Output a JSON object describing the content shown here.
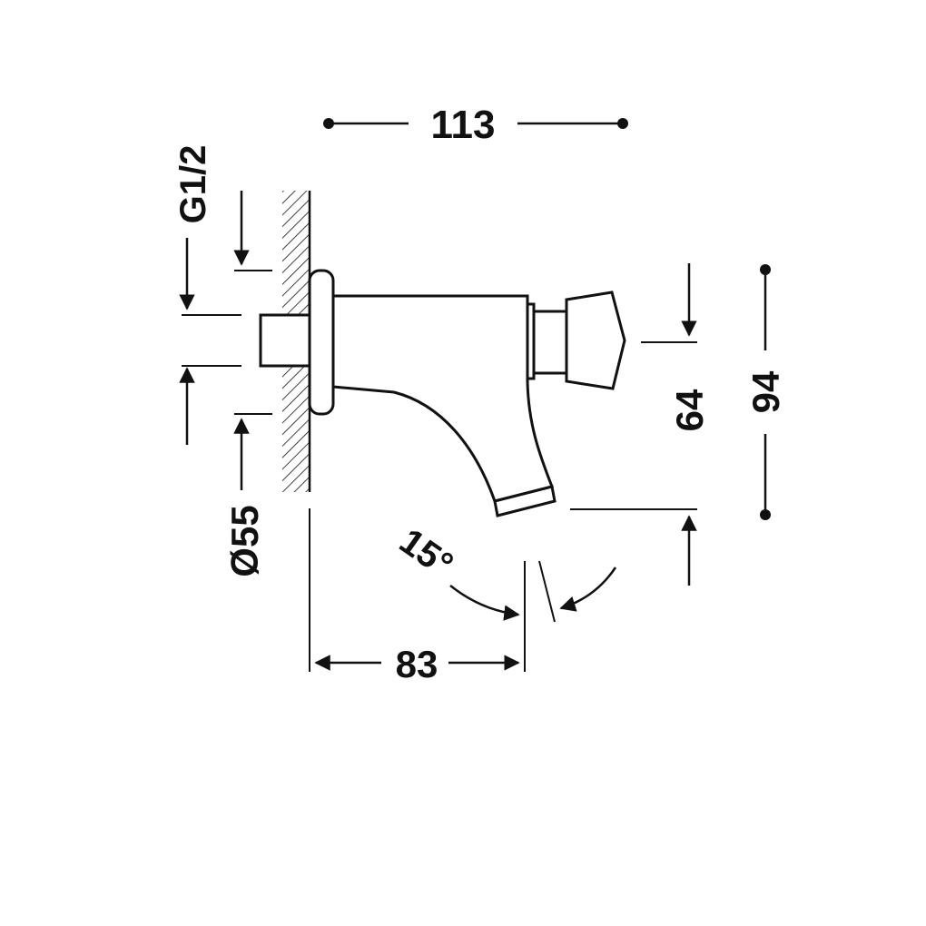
{
  "dimensions": {
    "overall_width": "113",
    "wall_to_spout": "83",
    "overall_height": "94",
    "button_to_outlet": "64",
    "thread": "G1/2",
    "flange_diameter": "Ø55",
    "spout_angle": "15°"
  },
  "colors": {
    "line": "#111111",
    "background": "#ffffff"
  }
}
